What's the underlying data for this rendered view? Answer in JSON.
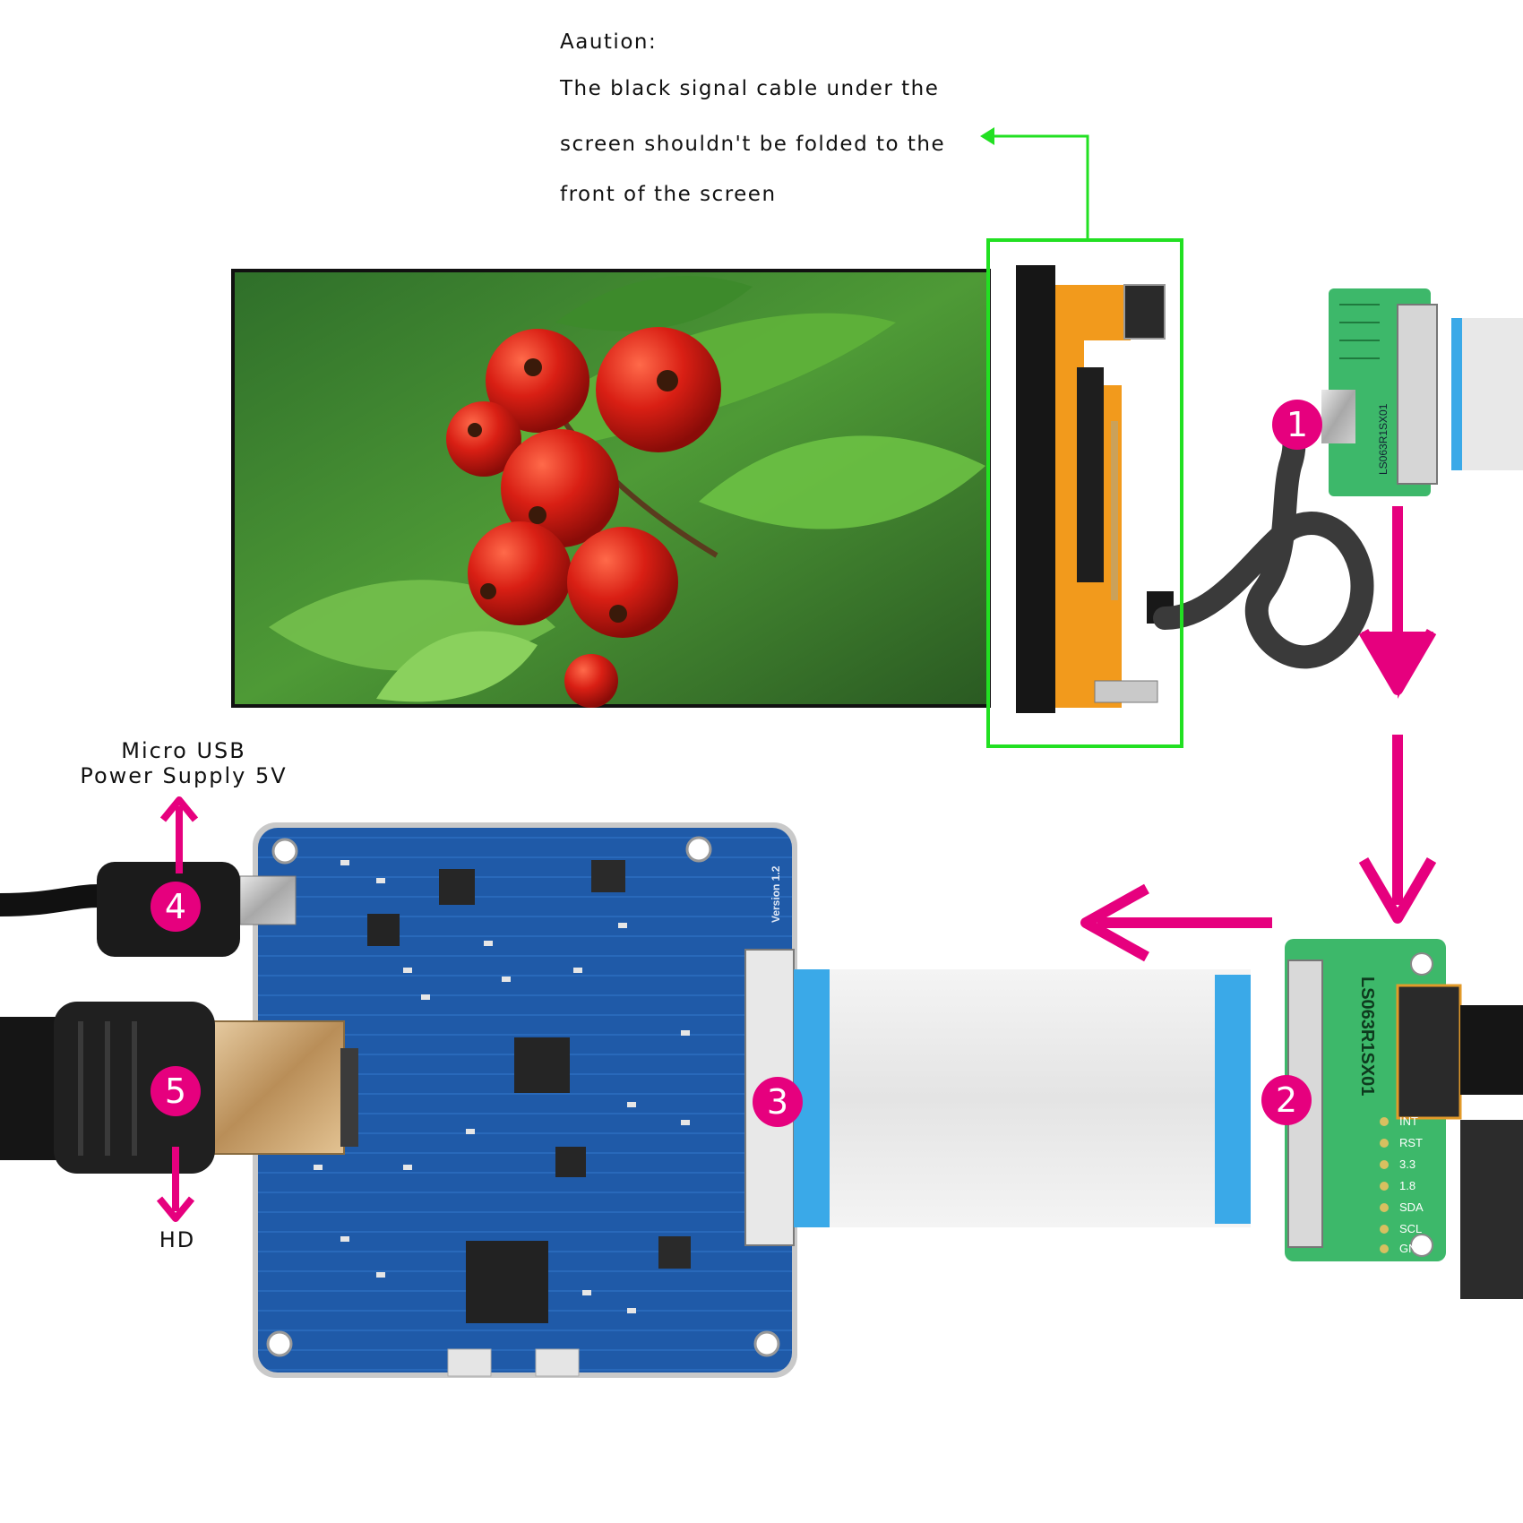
{
  "caution": {
    "heading": "Aaution:",
    "lines": [
      "The black signal cable under the",
      " screen shouldn't be folded to the",
      "front of the screen"
    ]
  },
  "labels": {
    "micro_usb_line1": "Micro USB",
    "micro_usb_line2": "Power Supply 5V",
    "hd": "HD"
  },
  "badges": {
    "b1": "1",
    "b2": "2",
    "b3": "3",
    "b4": "4",
    "b5": "5"
  },
  "board_text": {
    "main_version": "Version 1.2",
    "adapter_model": "LS063R1SX01",
    "adapter_pins": [
      "INT",
      "RST",
      "3.3",
      "1.8",
      "SDA",
      "SCL",
      "GND"
    ],
    "top_adapter_model": "LS063R1SX01"
  },
  "colors": {
    "arrow_magenta": "#e6007e",
    "highlight_green": "#22e022",
    "pcb_blue": "#1f5aa8",
    "adapter_green": "#3db86a",
    "flex_orange": "#f29a1c",
    "ribbon_cyan": "#3aa9e8"
  }
}
